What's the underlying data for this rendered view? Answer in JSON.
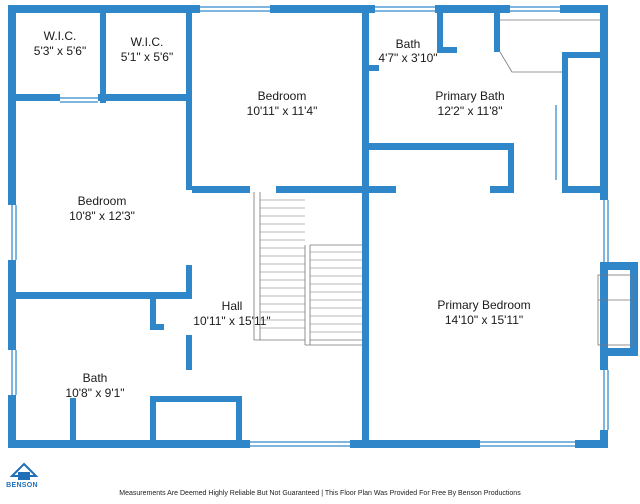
{
  "colors": {
    "wall": "#2f86c8",
    "window": "#7fb6e0",
    "stair": "#777777"
  },
  "rooms": [
    {
      "name": "W.I.C.",
      "dims": "5'3\" x 5'6\""
    },
    {
      "name": "W.I.C.",
      "dims": "5'1\" x 5'6\""
    },
    {
      "name": "Bedroom",
      "dims": "10'11\" x 11'4\""
    },
    {
      "name": "Bath",
      "dims": "4'7\" x 3'10\""
    },
    {
      "name": "Primary Bath",
      "dims": "12'2\" x 11'8\""
    },
    {
      "name": "Bedroom",
      "dims": "10'8\" x 12'3\""
    },
    {
      "name": "Hall",
      "dims": "10'11\" x 15'11\""
    },
    {
      "name": "Primary Bedroom",
      "dims": "14'10\" x 15'11\""
    },
    {
      "name": "Bath",
      "dims": "10'8\" x 9'1\""
    }
  ],
  "logo_text": "BENSON",
  "footer": "Measurements Are Deemed Highly Reliable But Not Guaranteed | This Floor Plan Was Provided For Free By Benson Productions"
}
